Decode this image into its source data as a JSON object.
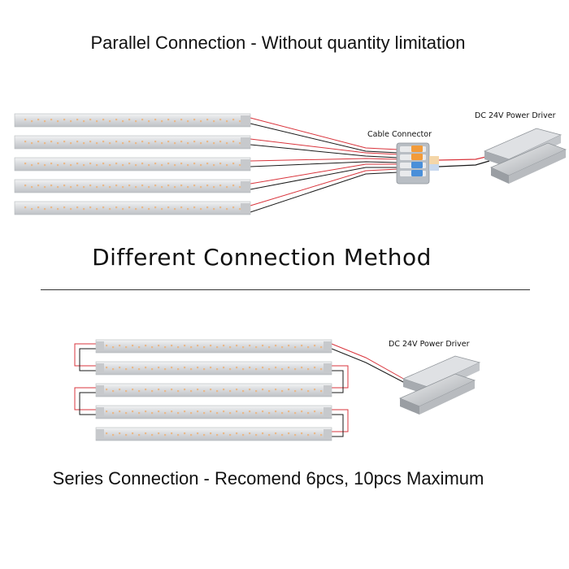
{
  "titles": {
    "parallel": "Parallel Connection - Without quantity limitation",
    "method": "Different Connection Method",
    "series": "Series Connection -  Recomend 6pcs, 10pcs Maximum"
  },
  "labels": {
    "cable_connector": "Cable Connector",
    "driver_top": "DC 24V Power Driver",
    "driver_bottom": "DC 24V Power  Driver"
  },
  "colors": {
    "wire_red": "#d9343c",
    "wire_black": "#1a1a1a",
    "strip": "#dadcdf",
    "led": "#e9b98a"
  }
}
